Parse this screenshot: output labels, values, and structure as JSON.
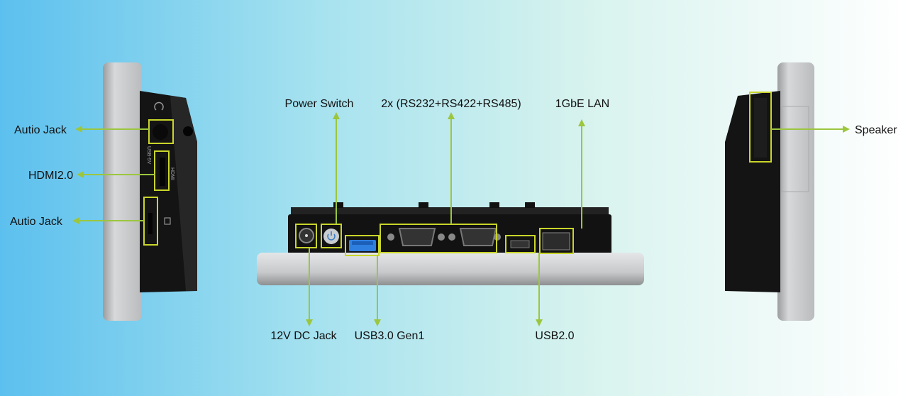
{
  "labels": {
    "audio_jack_top": "Autio Jack",
    "hdmi": "HDMI2.0",
    "audio_jack_bottom": "Autio Jack",
    "power_switch": "Power Switch",
    "serial": "2x (RS232+RS422+RS485)",
    "lan": "1GbE LAN",
    "speaker": "Speaker",
    "dc_jack": "12V DC Jack",
    "usb3": "USB3.0 Gen1",
    "usb2": "USB2.0"
  },
  "device_markings": {
    "usb_5v": "USB-5V",
    "hdmi": "HDMI"
  },
  "colors": {
    "callout": "#9cc63e",
    "highlight": "#c9d52a",
    "bg_left": "#5cc0ee",
    "bg_right": "#ffffff"
  }
}
